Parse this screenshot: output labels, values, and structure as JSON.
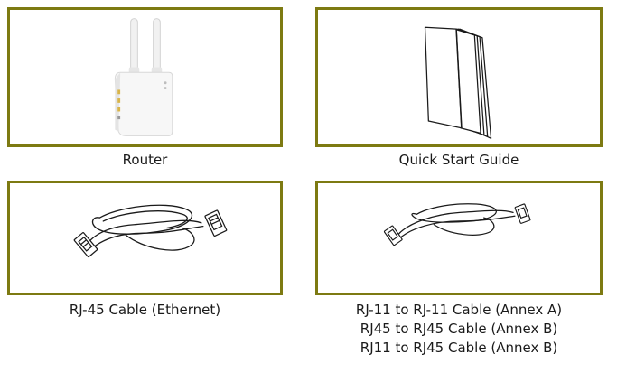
{
  "border_color": "#7d7a12",
  "items": [
    {
      "id": "router",
      "icon": "router-icon",
      "lines": [
        "Router"
      ]
    },
    {
      "id": "quick-start-guide",
      "icon": "booklet-icon",
      "lines": [
        "Quick Start Guide"
      ]
    },
    {
      "id": "rj45-cable",
      "icon": "ethernet-cable-icon",
      "lines": [
        "RJ-45 Cable (Ethernet)"
      ]
    },
    {
      "id": "phone-cables",
      "icon": "phone-cable-icon",
      "lines": [
        "RJ-11 to RJ-11 Cable (Annex A)",
        "RJ45 to RJ45 Cable (Annex B)",
        "RJ11 to RJ45 Cable (Annex B)"
      ]
    }
  ]
}
